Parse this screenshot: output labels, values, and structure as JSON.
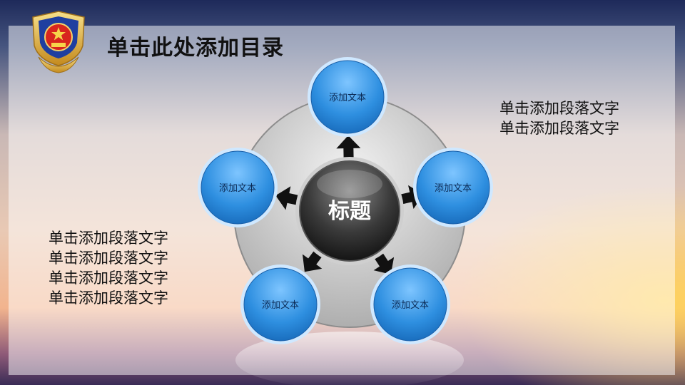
{
  "title": "单击此处添加目录",
  "diagram": {
    "center_label": "标题",
    "nodes": [
      {
        "label": "添加文本"
      },
      {
        "label": "添加文本"
      },
      {
        "label": "添加文本"
      },
      {
        "label": "添加文本"
      },
      {
        "label": "添加文本"
      }
    ]
  },
  "text_right": [
    "单击添加段落文字",
    "单击添加段落文字"
  ],
  "text_left": [
    "单击添加段落文字",
    "单击添加段落文字",
    "单击添加段落文字",
    "单击添加段落文字"
  ],
  "colors": {
    "node_blue": "#2e8fe0",
    "node_border": "#cfe8ff",
    "hub_gray": "#d9d9d9",
    "center_dark": "#1a1a1a",
    "arrow": "#111111"
  },
  "icons": [
    "police-emblem-icon"
  ]
}
